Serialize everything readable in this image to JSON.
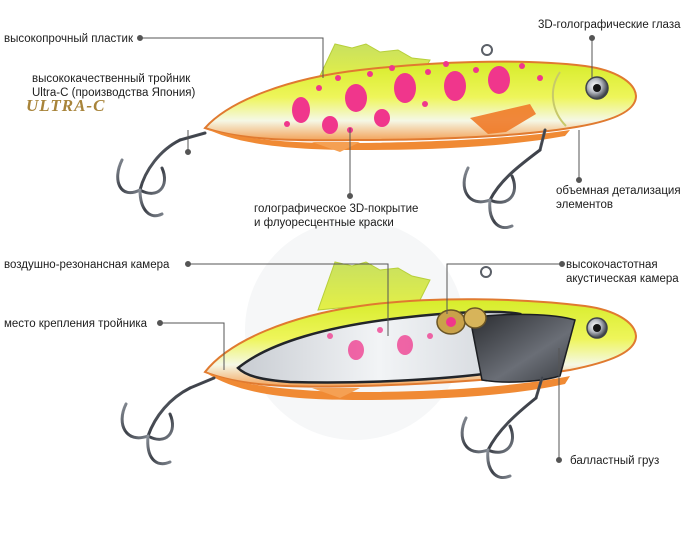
{
  "top_lure": {
    "labels": {
      "plastic": "высокопрочный пластик",
      "hook_line1": "высококачественный тройник",
      "hook_line2": "Ultra-C (производства Япония)",
      "eyes": "3D-голографические глаза",
      "coating_line1": "голографическое 3D-покрытие",
      "coating_line2": "и флуоресцентные краски",
      "detail_line1": "объемная детализация",
      "detail_line2": "элементов"
    },
    "logo_text": "ULTRA-C"
  },
  "bottom_lure": {
    "labels": {
      "air_chamber": "воздушно-резонансная камера",
      "hook_mount": "место крепления тройника",
      "acoustic_line1": "высокочастотная",
      "acoustic_line2": "акустическая камера",
      "ballast": "балластный груз"
    }
  },
  "colors": {
    "body_yellow": "#e6f23a",
    "belly_white": "#f4f7e8",
    "spot_pink": "#f0368c",
    "fin_orange": "#f07a28",
    "hook_steel": "#4a4f57",
    "leader_line": "#555555"
  }
}
